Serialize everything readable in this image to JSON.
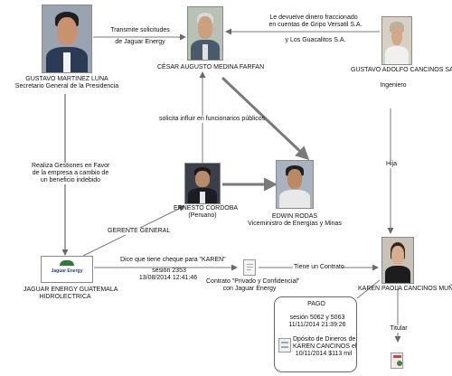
{
  "nodes": {
    "gustavo_martinez": {
      "name": "GUSTAVO MARTINEZ LUNA",
      "role": "Secretario General de la Presidencia"
    },
    "cesar_medina": {
      "name": "CÉSAR AUGUSTO MEDINA FARFAN"
    },
    "gustavo_cancinos": {
      "name": "GUSTAVO ADOLFO CANCINOS SAZO",
      "role": "Ingeniero"
    },
    "ernesto_cordoba": {
      "name": "ERNESTO CORDOBA",
      "role": "(Peruano)"
    },
    "edwin_rodas": {
      "name": "EDWIN RODAS",
      "role": "Viceministro de Energías y Minas"
    },
    "jaguar_energy": {
      "name": "JAGUAR ENERGY GUATEMALA",
      "name2": "HIDROLECTRICA",
      "logo_text": "Jaguar Energy"
    },
    "karen_cancinos": {
      "name": "KAREN PAOLA CANCINOS MUÑOZ"
    }
  },
  "edges": {
    "transmite_l1": "Transmite solicitudes",
    "transmite_l2": "de Jaguar Energy",
    "devuelve_l1": "Le devuelve dinero fraccionado",
    "devuelve_l2": "en cuentas de Gripo Versatil S.A.",
    "devuelve_l3": "y Los Guacalitos S.A.",
    "solicita": "solicita influir en funcionarios públicos",
    "gestiones_l1": "Realiza Gestiones en Favor",
    "gestiones_l2": "de la empresa a cambio de",
    "gestiones_l3": "un beneficio indebido",
    "hija": "Hija",
    "gerente": "GERENTE GENERAL",
    "cheque_l1": "Dice que tiene cheque para \"KAREN\"",
    "cheque_l2": "sesión 2353",
    "cheque_l3": "13/08/2014 12:41:46",
    "contrato_tiene": "Tiene un Contrato",
    "titular": "Titular"
  },
  "contract": {
    "l1": "Contrato \"Privado y Confidencial\"",
    "l2": "con Jaguar Energy"
  },
  "payment": {
    "title": "PAGO",
    "session_l1": "sesión 5062 y 5063",
    "session_l2": "11/11/2014 21:39:26",
    "deposit_l1": "Dpósito de Dineros de",
    "deposit_l2": "KAREN CANCINOS el",
    "deposit_l3": "10/11/2014 $113 mil"
  },
  "colors": {
    "arrow": "#7a7a7a",
    "dark_arrow": "#4a4a4a"
  }
}
